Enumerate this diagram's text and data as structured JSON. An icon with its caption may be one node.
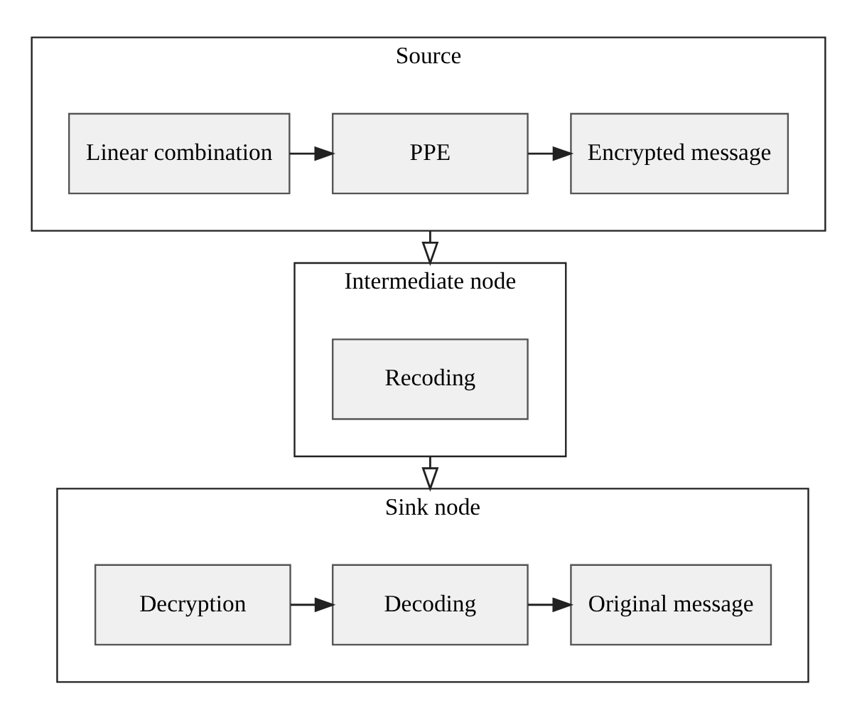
{
  "diagram": {
    "nodes": [
      {
        "text": [
          "Source"
        ]
      },
      {
        "text": [
          "Linear combination"
        ],
        "in": 0
      },
      {
        "text": [
          "PPE"
        ],
        "in": 0
      },
      {
        "text": [
          "Encrypted message"
        ],
        "in": 0
      },
      {
        "text": [
          "Intermediate node"
        ]
      },
      {
        "text": [
          "Recoding"
        ],
        "in": 4
      },
      {
        "text": [
          "Sink node"
        ]
      },
      {
        "text": [
          "Decryption"
        ],
        "in": 6
      },
      {
        "text": [
          "Decoding"
        ],
        "in": 6
      },
      {
        "text": [
          "Original message"
        ],
        "in": 6
      }
    ],
    "edges": [
      {
        "from": 1,
        "to": 2,
        "arrow": "to"
      },
      {
        "from": 2,
        "to": 3,
        "arrow": "to"
      },
      {
        "from": 0,
        "to": 4,
        "arrow": "to"
      },
      {
        "from": 4,
        "to": 6,
        "arrow": "to"
      },
      {
        "from": 7,
        "to": 8,
        "arrow": "to"
      },
      {
        "from": 8,
        "to": 9,
        "arrow": "to"
      }
    ]
  }
}
